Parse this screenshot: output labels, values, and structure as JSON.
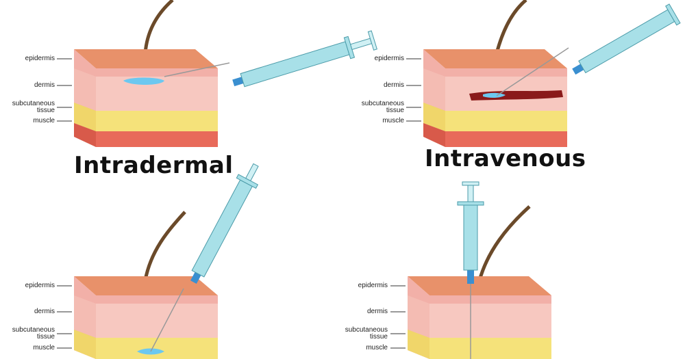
{
  "panels": [
    {
      "title": "Intradermal",
      "layers": [
        "epidermis",
        "dermis",
        "subcutaneous\ntissue",
        "muscle"
      ]
    },
    {
      "title": "Intravenous",
      "layers": [
        "epidermis",
        "dermis",
        "subcutaneous\ntissue",
        "muscle"
      ]
    },
    {
      "title": "",
      "layers": [
        "epidermis",
        "dermis",
        "subcutaneous\ntissue",
        "muscle"
      ]
    },
    {
      "title": "",
      "layers": [
        "epidermis",
        "dermis",
        "subcutaneous\ntissue",
        "muscle"
      ]
    }
  ],
  "colors": {
    "skin_top": "#e8916a",
    "epidermis": "#f2b0a8",
    "dermis": "#f7c8c0",
    "subcutaneous": "#f5e27a",
    "muscle": "#e86a5a",
    "syringe_barrel": "#a8e0e8",
    "needle_hub": "#3a8fd0",
    "injected_fluid": "#6cc8f0",
    "vein": "#8a1a1a",
    "hair": "#6b4a2a"
  }
}
